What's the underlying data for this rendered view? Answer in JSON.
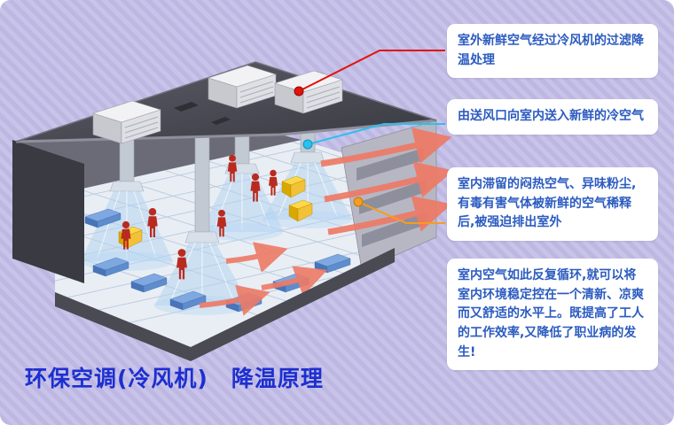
{
  "title": "环保空调(冷风机)　降温原理",
  "callouts": [
    {
      "id": 1,
      "text": "室外新鲜空气经过冷风机的过滤降温处理",
      "connector_color": "#e3120b"
    },
    {
      "id": 2,
      "text": "由送风口向室内送入新鲜的冷空气",
      "connector_color": "#2bc0ee"
    },
    {
      "id": 3,
      "text": "室内滞留的闷热空气、异味粉尘,有毒有害气体被新鲜的空气稀释后,被强迫排出室外",
      "connector_color": "#f59d1e"
    },
    {
      "id": 4,
      "text": "室内空气如此反复循环,就可以将室内环境稳定控在一个清新、凉爽而又舒适的水平上。既提高了工人的工作效率,又降低了职业病的发生!"
    }
  ],
  "connectors": [
    {
      "callout": 1,
      "color": "#e3120b"
    },
    {
      "callout": 2,
      "color": "#2bc0ee"
    },
    {
      "callout": 3,
      "color": "#f59d1e"
    }
  ],
  "colors": {
    "panel_background": "#c8c3e9",
    "panel_stripe": "#bdb7e2",
    "callout_background": "#ffffff",
    "callout_text": "#2b5bc0",
    "title_text": "#1d2fd0",
    "roof": "#4a4a54",
    "floor": "#e9eef4",
    "airflow_cool": "#aed2f0",
    "exhaust_arrow": "#ee7a66",
    "worker": "#b92b1f"
  }
}
